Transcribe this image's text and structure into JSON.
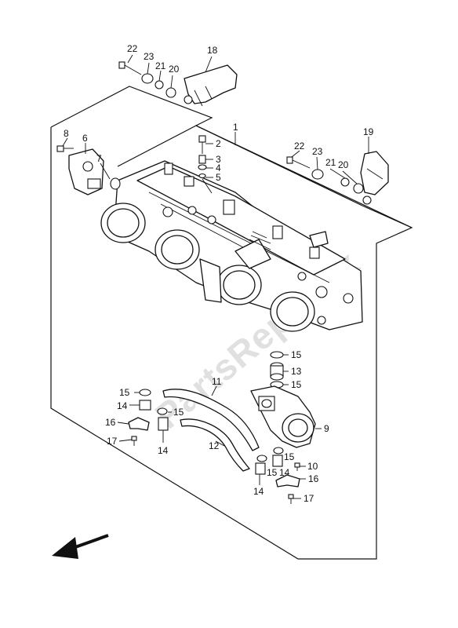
{
  "watermark": "PartsRepublik",
  "labels": {
    "p1": "1",
    "p2": "2",
    "p3": "3",
    "p4": "4",
    "p5": "5",
    "p6": "6",
    "p7": "7",
    "p8": "8",
    "p9": "9",
    "p10": "10",
    "p11": "11",
    "p12": "12",
    "p13": "13",
    "p14a": "14",
    "p14b": "14",
    "p14c": "14",
    "p14d": "14",
    "p15a": "15",
    "p15b": "15",
    "p15c": "15",
    "p15d": "15",
    "p15e": "15",
    "p15f": "15",
    "p16a": "16",
    "p16b": "16",
    "p17a": "17",
    "p17b": "17",
    "p18": "18",
    "p19": "19",
    "p20a": "20",
    "p20b": "20",
    "p21a": "21",
    "p21b": "21",
    "p22a": "22",
    "p22b": "22",
    "p23a": "23",
    "p23b": "23"
  },
  "colors": {
    "ink": "#111111",
    "watermark": "#e0e0e0",
    "background": "#ffffff"
  },
  "icons": {
    "direction": "front-arrow-icon"
  }
}
